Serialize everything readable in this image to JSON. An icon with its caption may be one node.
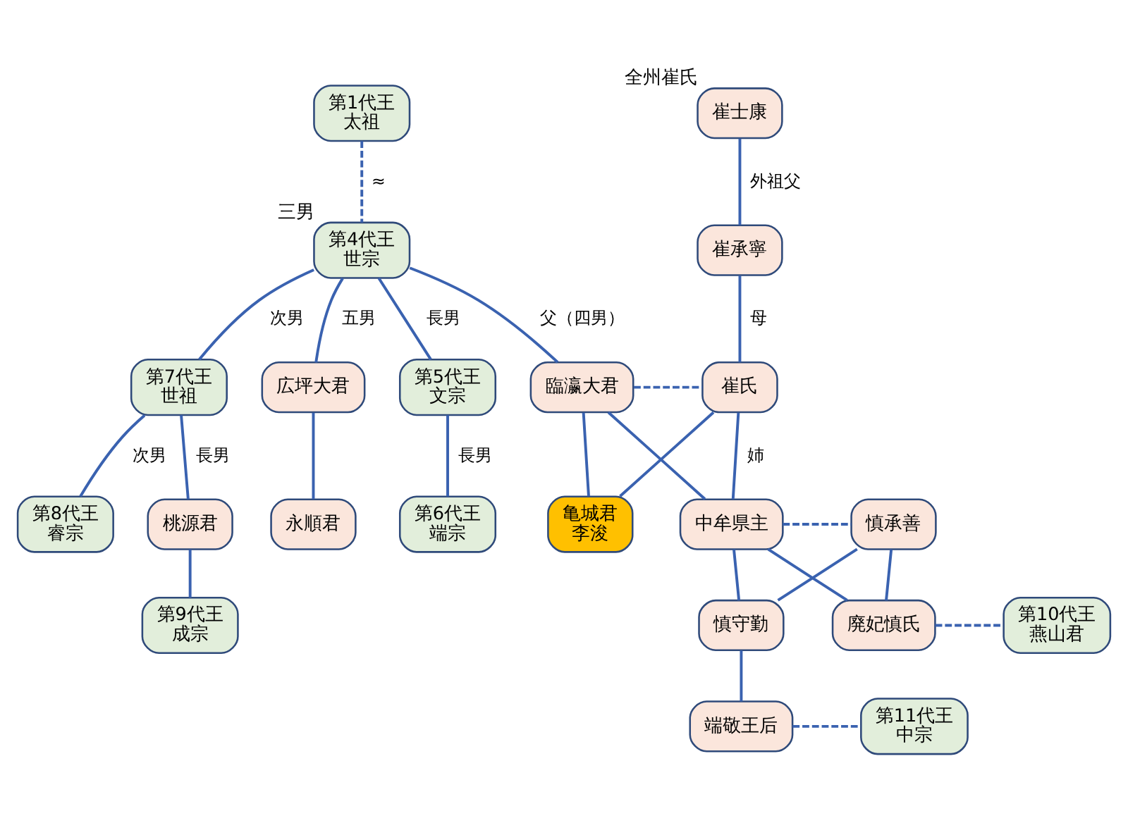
{
  "diagram": {
    "nodes": [
      {
        "text": [
          "第1代王",
          "太祖"
        ]
      },
      {
        "text": [
          "第4代王",
          "世宗"
        ],
        "beside": [
          "三男"
        ]
      },
      {
        "text": [
          "第5代王",
          "文宗"
        ]
      },
      {
        "text": [
          "第7代王",
          "世祖"
        ]
      },
      {
        "text": [
          "広坪大君"
        ]
      },
      {
        "text": [
          "臨瀛大君"
        ]
      },
      {
        "text": [
          "崔士康"
        ],
        "beside": [
          "全州崔氏"
        ]
      },
      {
        "text": [
          "崔承寧"
        ]
      },
      {
        "text": [
          "崔氏"
        ]
      },
      {
        "text": [
          "第6代王",
          "端宗"
        ]
      },
      {
        "text": [
          "永順君"
        ]
      },
      {
        "text": [
          "桃源君"
        ]
      },
      {
        "text": [
          "第8代王",
          "睿宗"
        ]
      },
      {
        "text": [
          "亀城君",
          "李浚"
        ]
      },
      {
        "text": [
          "中牟県主"
        ]
      },
      {
        "text": [
          "慎承善"
        ]
      },
      {
        "text": [
          "第9代王",
          "成宗"
        ]
      },
      {
        "text": [
          "慎守勤"
        ]
      },
      {
        "text": [
          "廃妃慎氏"
        ]
      },
      {
        "text": [
          "第10代王",
          "燕山君"
        ]
      },
      {
        "text": [
          "端敬王后"
        ]
      },
      {
        "text": [
          "第11代王",
          "中宗"
        ]
      }
    ],
    "edges": [
      {
        "from": 0,
        "to": 1,
        "arrow": "none",
        "style": "dashed",
        "label": "≈"
      },
      {
        "from": 1,
        "to": 2,
        "arrow": "none",
        "label": "長男"
      },
      {
        "from": 1,
        "to": 3,
        "arrow": "none",
        "label": "次男"
      },
      {
        "from": 1,
        "to": 4,
        "arrow": "none",
        "label": "五男"
      },
      {
        "from": 1,
        "to": 5,
        "arrow": "none",
        "label": "父（四男）"
      },
      {
        "from": 6,
        "to": 7,
        "arrow": "none",
        "label": "外祖父"
      },
      {
        "from": 7,
        "to": 8,
        "arrow": "none",
        "label": "母"
      },
      {
        "from": 5,
        "to": 8,
        "arrow": "none",
        "style": "dashed"
      },
      {
        "from": 2,
        "to": 9,
        "arrow": "none",
        "label": "長男"
      },
      {
        "from": 4,
        "to": 10,
        "arrow": "none"
      },
      {
        "from": 3,
        "to": 11,
        "arrow": "none",
        "label": "長男"
      },
      {
        "from": 3,
        "to": 12,
        "arrow": "none",
        "label": "次男"
      },
      {
        "from": 5,
        "to": 13,
        "arrow": "none"
      },
      {
        "from": 8,
        "to": 13,
        "arrow": "none"
      },
      {
        "from": 5,
        "to": 14,
        "arrow": "none"
      },
      {
        "from": 8,
        "to": 14,
        "arrow": "none",
        "label": "姉"
      },
      {
        "from": 14,
        "to": 15,
        "arrow": "none",
        "style": "dashed"
      },
      {
        "from": 11,
        "to": 16,
        "arrow": "none"
      },
      {
        "from": 14,
        "to": 17,
        "arrow": "none"
      },
      {
        "from": 15,
        "to": 17,
        "arrow": "none"
      },
      {
        "from": 14,
        "to": 18,
        "arrow": "none"
      },
      {
        "from": 15,
        "to": 18,
        "arrow": "none"
      },
      {
        "from": 18,
        "to": 19,
        "arrow": "none",
        "style": "dashed"
      },
      {
        "from": 17,
        "to": 20,
        "arrow": "none"
      },
      {
        "from": 20,
        "to": 21,
        "arrow": "none",
        "style": "dashed"
      }
    ]
  }
}
